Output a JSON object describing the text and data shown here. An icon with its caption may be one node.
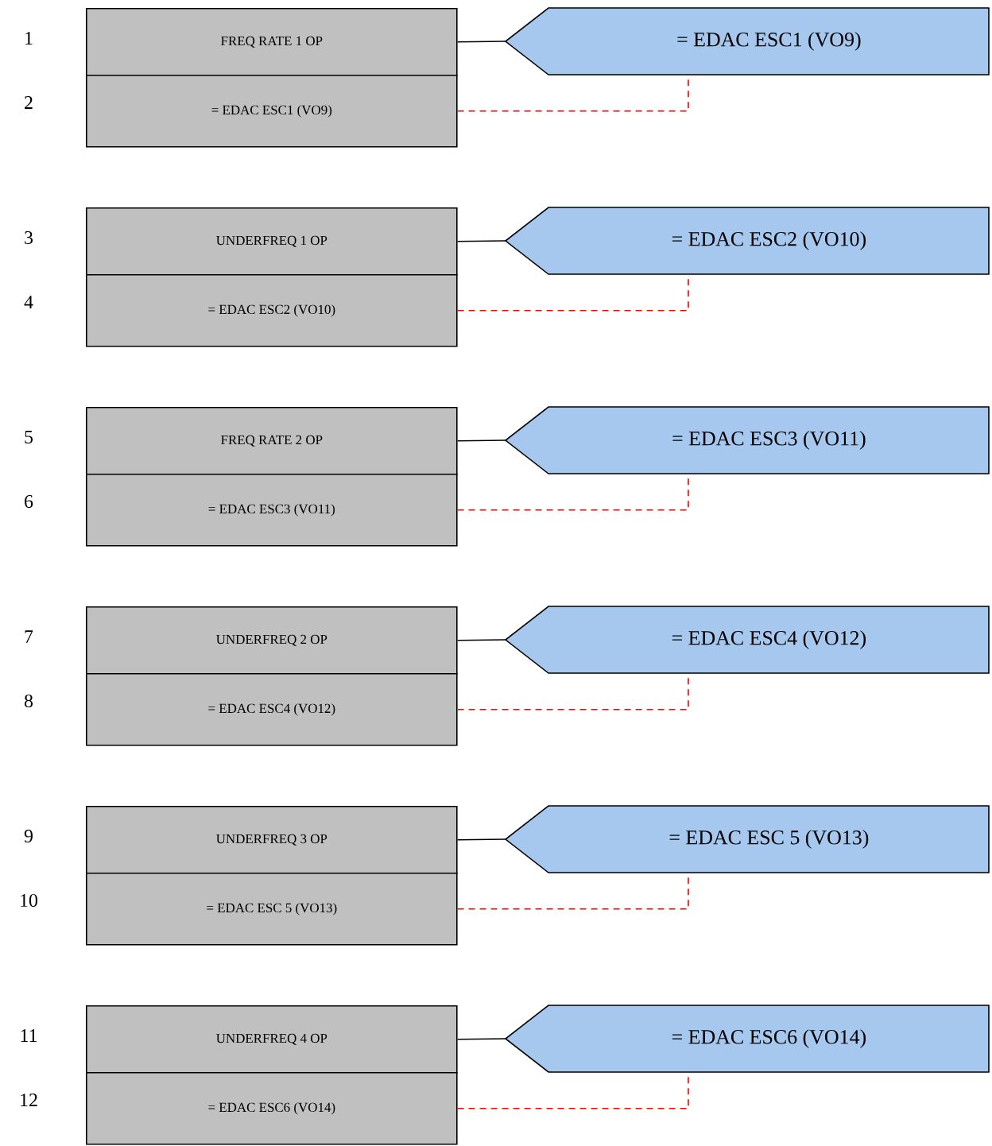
{
  "diagram": {
    "nodes": [
      {
        "text": [
          "FREQ RATE 1 OP"
        ]
      },
      {
        "text": [
          "= EDAC ESC1 (VO9)"
        ]
      },
      {
        "text": [
          "= EDAC ESC1 (VO9)"
        ]
      },
      {
        "text": [
          "UNDERFREQ 1 OP"
        ]
      },
      {
        "text": [
          "= EDAC ESC2 (VO10)"
        ]
      },
      {
        "text": [
          "= EDAC ESC2 (VO10)"
        ]
      },
      {
        "text": [
          "FREQ RATE 2 OP"
        ]
      },
      {
        "text": [
          "= EDAC ESC3 (VO11)"
        ]
      },
      {
        "text": [
          "= EDAC ESC3 (VO11)"
        ]
      },
      {
        "text": [
          "UNDERFREQ 2 OP"
        ]
      },
      {
        "text": [
          "= EDAC ESC4 (VO12)"
        ]
      },
      {
        "text": [
          "= EDAC ESC4 (VO12)"
        ]
      },
      {
        "text": [
          "UNDERFREQ 3 OP"
        ]
      },
      {
        "text": [
          "= EDAC ESC 5 (VO13)"
        ]
      },
      {
        "text": [
          "= EDAC ESC 5 (VO13)"
        ]
      },
      {
        "text": [
          "UNDERFREQ 4 OP"
        ]
      },
      {
        "text": [
          "= EDAC ESC6 (VO14)"
        ]
      },
      {
        "text": [
          "= EDAC ESC6 (VO14)"
        ]
      }
    ],
    "edges": [
      {
        "from": 0,
        "to": 2,
        "arrow": "none"
      },
      {
        "from": 1,
        "to": 2,
        "arrow": "none",
        "style": "dashed",
        "color": "#ff0000"
      },
      {
        "from": 3,
        "to": 5,
        "arrow": "none"
      },
      {
        "from": 4,
        "to": 5,
        "arrow": "none",
        "style": "dashed",
        "color": "#ff0000"
      },
      {
        "from": 6,
        "to": 8,
        "arrow": "none"
      },
      {
        "from": 7,
        "to": 8,
        "arrow": "none",
        "style": "dashed",
        "color": "#ff0000"
      },
      {
        "from": 9,
        "to": 11,
        "arrow": "none"
      },
      {
        "from": 10,
        "to": 11,
        "arrow": "none",
        "style": "dashed",
        "color": "#ff0000"
      },
      {
        "from": 12,
        "to": 14,
        "arrow": "none"
      },
      {
        "from": 13,
        "to": 14,
        "arrow": "none",
        "style": "dashed",
        "color": "#ff0000"
      },
      {
        "from": 15,
        "to": 17,
        "arrow": "none"
      },
      {
        "from": 16,
        "to": 17,
        "arrow": "none",
        "style": "dashed",
        "color": "#ff0000"
      }
    ],
    "labels": [
      "1",
      "2",
      "3",
      "4",
      "5",
      "6",
      "7",
      "8",
      "9",
      "10",
      "11",
      "12"
    ]
  }
}
